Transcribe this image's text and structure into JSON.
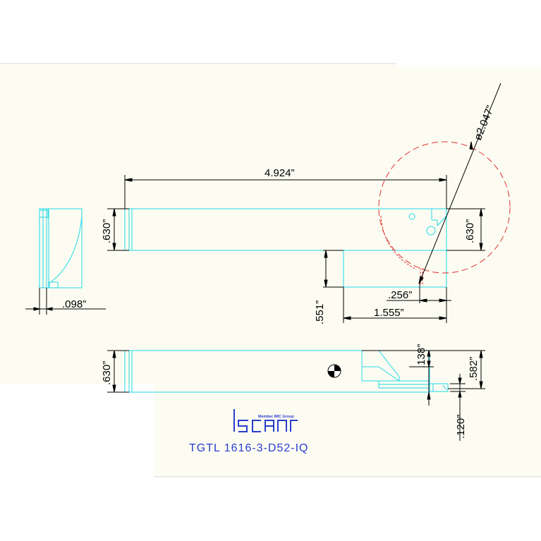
{
  "colors": {
    "paper": "#fcfcf2",
    "part_outline": "#22d8e8",
    "dimension": "#000000",
    "cut_circle": "#e03030",
    "brand": "#2a3cd0"
  },
  "dimensions": {
    "overall_length": "4.924”",
    "height_front": ".630”",
    "height_right": ".630”",
    "height_bottom": ".630”",
    "diameter": "ø2.047”",
    "offset_256": ".256”",
    "length_1555": "1.555”",
    "depth_551": ".551”",
    "width_098": ".098”",
    "dim_138": ".138”",
    "dim_582": ".582”",
    "dim_120": ".120”"
  },
  "brand": {
    "member_text": "Member IMC Group",
    "logo_name": "iscar"
  },
  "part_number": "TGTL 1616-3-D52-IQ"
}
